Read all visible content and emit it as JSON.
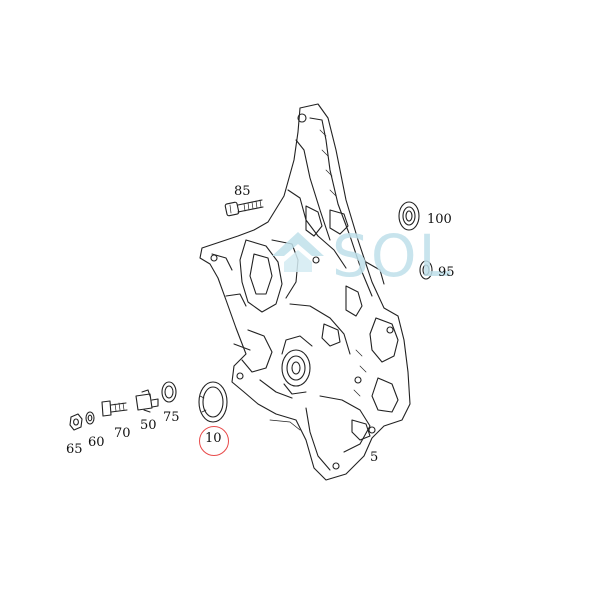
{
  "diagram": {
    "watermark": "SOL",
    "highlight_color": "#e84a4a",
    "highlighted_part": "10",
    "callouts": {
      "p5": "5",
      "p10": "10",
      "p50": "50",
      "p60": "60",
      "p65": "65",
      "p70": "70",
      "p75": "75",
      "p85": "85",
      "p95": "95",
      "p100": "100"
    }
  }
}
